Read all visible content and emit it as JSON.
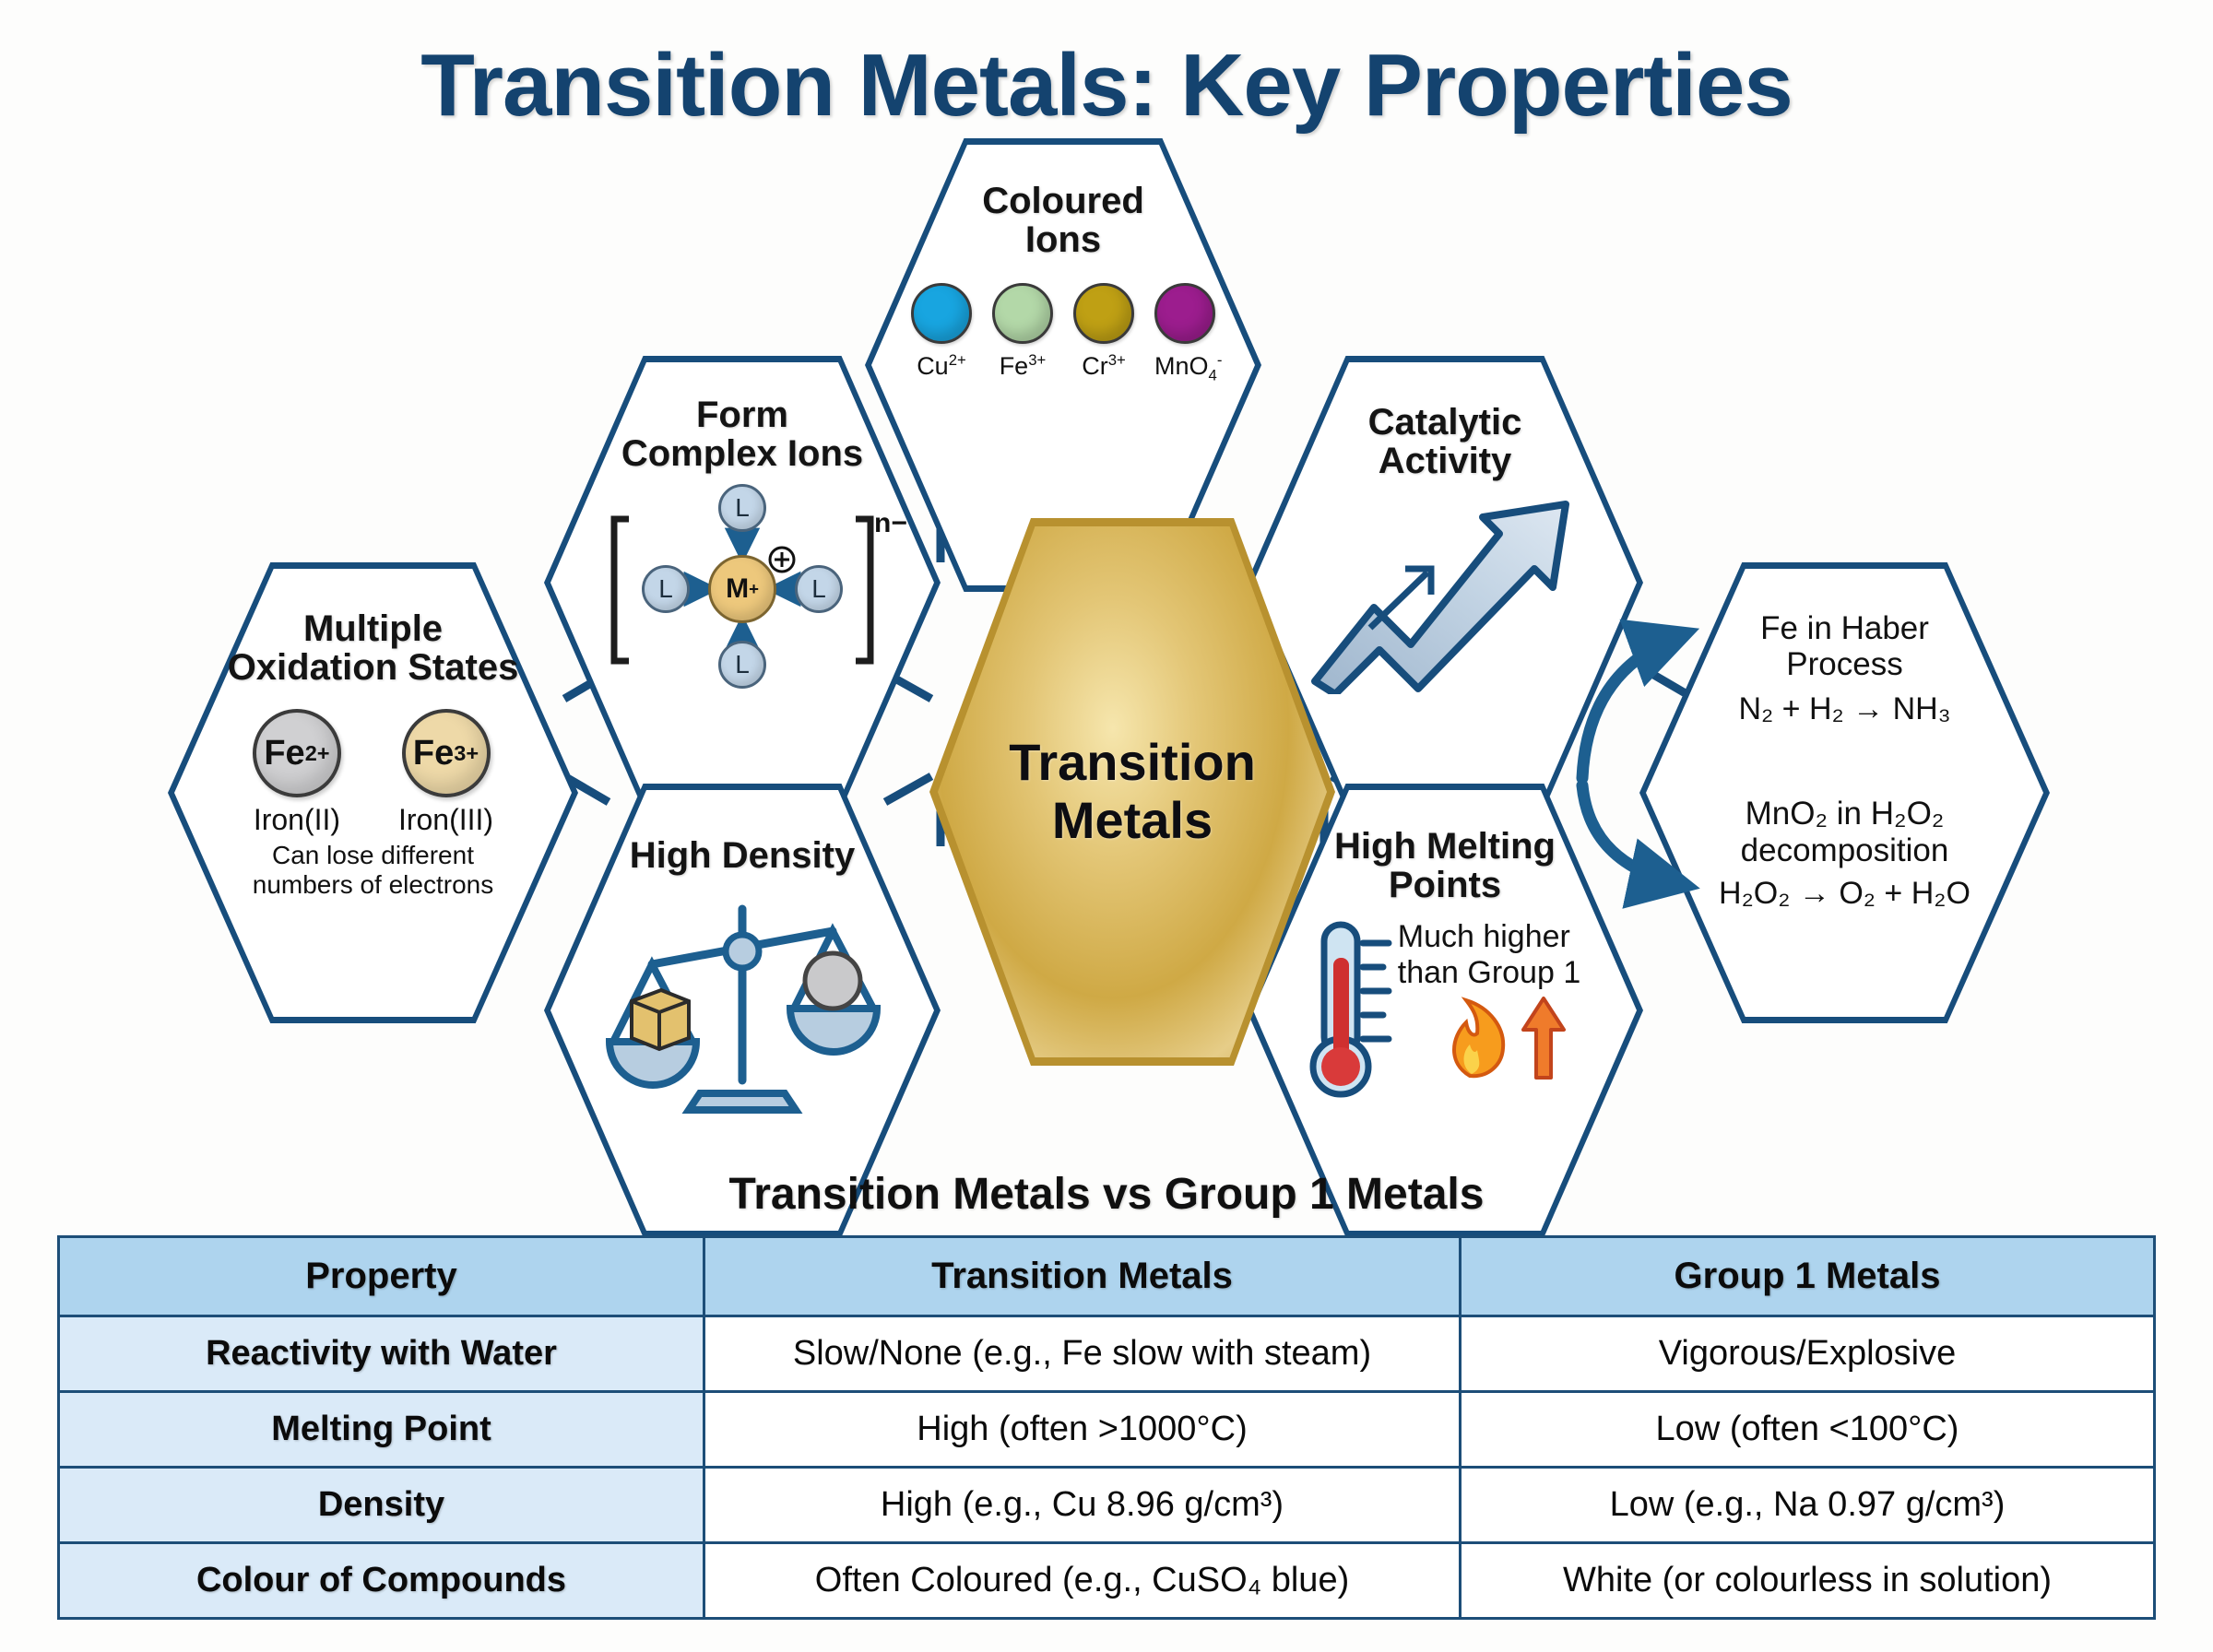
{
  "title": "Transition Metals: Key Properties",
  "center": {
    "line1": "Transition",
    "line2": "Metals"
  },
  "hexes": {
    "coloured_ions": {
      "title_line1": "Coloured",
      "title_line2": "Ions",
      "ions": [
        {
          "label": "Cu",
          "charge": "2+",
          "color": "#18a5e0"
        },
        {
          "label": "Fe",
          "charge": "3+",
          "color": "#b3d8a8"
        },
        {
          "label": "Cr",
          "charge": "3+",
          "color": "#bfa014"
        },
        {
          "label": "MnO",
          "sub": "4",
          "charge": "-",
          "color": "#9c1d8e"
        }
      ]
    },
    "complex_ions": {
      "title_line1": "Form",
      "title_line2": "Complex Ions",
      "ligand_label": "L",
      "metal_label": "M",
      "metal_charge": "+",
      "bracket_charge": "n−",
      "plus_symbol": "⊕"
    },
    "oxidation": {
      "title_line1": "Multiple",
      "title_line2": "Oxidation States",
      "items": [
        {
          "symbol": "Fe",
          "charge": "2+",
          "name": "Iron(II)",
          "color": "#d0d0d2"
        },
        {
          "symbol": "Fe",
          "charge": "3+",
          "name": "Iron(III)",
          "color": "#eed9a8"
        }
      ],
      "note_line1": "Can lose different",
      "note_line2": "numbers of electrons"
    },
    "high_density": {
      "title": "High Density"
    },
    "catalytic": {
      "title_line1": "Catalytic",
      "title_line2": "Activity"
    },
    "melting": {
      "title_line1": "High Melting",
      "title_line2": "Points",
      "note_line1": "Much higher",
      "note_line2": "than Group 1"
    },
    "examples": {
      "haber_line1": "Fe in Haber",
      "haber_line2": "Process",
      "haber_eq": "N₂ + H₂ → NH₃",
      "mno2_line1": "MnO₂ in H₂O₂",
      "mno2_line2": "decomposition",
      "mno2_eq": "H₂O₂ → O₂ + H₂O"
    }
  },
  "comparison": {
    "title": "Transition Metals vs Group 1 Metals",
    "headers": [
      "Property",
      "Transition Metals",
      "Group 1 Metals"
    ],
    "rows": [
      {
        "property": "Reactivity with Water",
        "transition": "Slow/None (e.g., Fe slow with steam)",
        "group1": "Vigorous/Explosive"
      },
      {
        "property": "Melting Point",
        "transition": "High (often >1000°C)",
        "group1": "Low (often <100°C)"
      },
      {
        "property": "Density",
        "transition": "High (e.g., Cu 8.96 g/cm³)",
        "group1": "Low (e.g., Na 0.97 g/cm³)"
      },
      {
        "property": "Colour of Compounds",
        "transition": "Often Coloured (e.g., CuSO₄ blue)",
        "group1": "White (or colourless in solution)"
      }
    ]
  },
  "colors": {
    "title_navy": "#14436f",
    "hex_border": "#174d7c",
    "table_header_blue": "#aed4ee",
    "table_prop_blue": "#daeaf8",
    "gold": "#cfa945"
  }
}
